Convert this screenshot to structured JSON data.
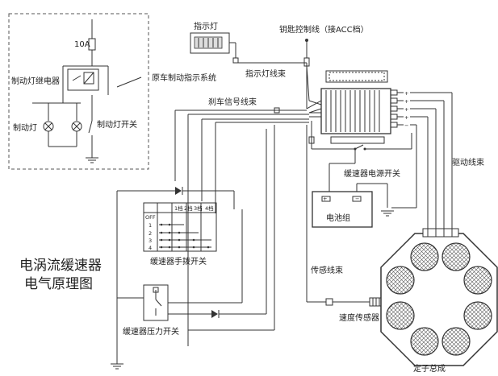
{
  "labels": {
    "fuse": "10A",
    "brake_relay": "制动灯继电器",
    "original_brake_system": "原车制动指示系统",
    "brake_light": "制动灯",
    "brake_light_switch": "制动灯开关",
    "indicator_light": "指示灯",
    "key_control_line": "钥匙控制线（接ACC档）",
    "indicator_harness": "指示灯线束",
    "brake_signal_harness": "刹车信号线束",
    "retarder_power_switch": "缓速器电源开关",
    "drive_harness": "驱动线束",
    "battery": "电池组",
    "sensor_harness": "传感线束",
    "speed_sensor": "速度传感器",
    "stator_assembly": "定子总成",
    "manual_switch": "缓速器手拨开关",
    "pressure_switch": "缓速器压力开关",
    "title_line1": "电涡流缓速器",
    "title_line2": "电气原理图"
  },
  "switch_table": {
    "col_headers": [
      "1档",
      "2档",
      "3档",
      "4档"
    ],
    "row_labels": [
      "OFF",
      "1",
      "2",
      "3",
      "4"
    ]
  }
}
